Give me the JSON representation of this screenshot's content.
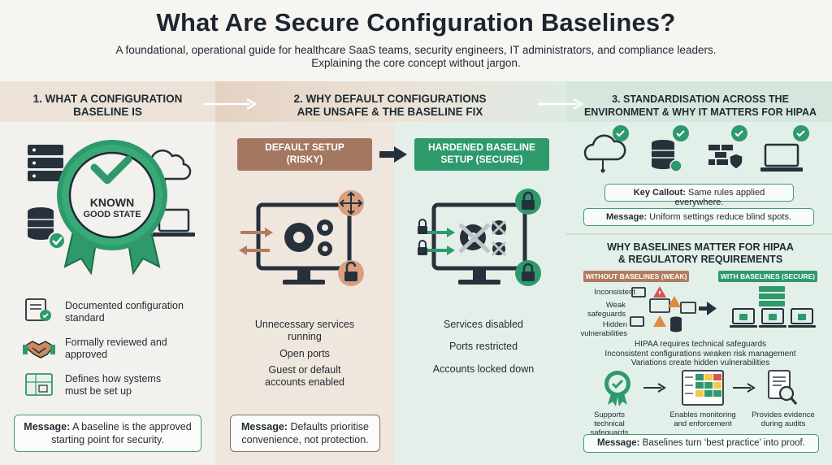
{
  "header": {
    "title": "What Are Secure Configuration Baselines?",
    "subtitle_line1": "A foundational, operational guide for healthcare SaaS teams, security engineers, IT administrators, and compliance leaders.",
    "subtitle_line2": "Explaining the core concept without jargon."
  },
  "section1": {
    "title_line1": "1. WHAT A CONFIGURATION",
    "title_line2": "BASELINE IS",
    "badge_line1": "KNOWN",
    "badge_line2": "GOOD STATE",
    "items": [
      {
        "icon": "certificate-icon",
        "line1": "Documented configuration",
        "line2": "standard"
      },
      {
        "icon": "handshake-icon",
        "line1": "Formally reviewed and",
        "line2": "approved"
      },
      {
        "icon": "blueprint-icon",
        "line1": "Defines how systems",
        "line2": "must be set up"
      }
    ],
    "message_label": "Message:",
    "message_line1": " A baseline is the approved",
    "message_line2": "starting point for security."
  },
  "section2": {
    "title_line1": "2. WHY DEFAULT CONFIGURATIONS",
    "title_line2": "ARE UNSAFE & THE BASELINE FIX",
    "default_label_line1": "DEFAULT SETUP",
    "default_label_line2": "(RISKY)",
    "hardened_label_line1": "HARDENED BASELINE",
    "hardened_label_line2": "SETUP (SECURE)",
    "default_items": [
      {
        "line1": "Unnecessary services",
        "line2": "running"
      },
      {
        "line1": "Open ports",
        "line2": ""
      },
      {
        "line1": "Guest or default",
        "line2": "accounts enabled"
      }
    ],
    "hardened_items": [
      "Services disabled",
      "Ports restricted",
      "Accounts locked down"
    ],
    "message_label": "Message:",
    "message_line1": " Defaults prioritise",
    "message_line2": "convenience, not protection."
  },
  "section3": {
    "title_line1": "3. STANDARDISATION ACROSS THE",
    "title_line2": "ENVIRONMENT & WHY IT MATTERS FOR HIPAA",
    "key_label": "Key Callout:",
    "key_text": " Same rules applied everywhere.",
    "message_label": "Message:",
    "message_text": " Uniform settings reduce blind spots.",
    "hipaa_title_line1": "WHY BASELINES MATTER FOR HIPAA",
    "hipaa_title_line2": "& REGULATORY REQUIREMENTS",
    "without_label": "WITHOUT BASELINES (WEAK)",
    "with_label": "WITH BASELINES (SECURE)",
    "weak_labels": [
      "Inconsistent",
      "Weak safeguards",
      "Hidden vulnerabilities"
    ],
    "hipaa_points": [
      "HIPAA requires technical safeguards",
      "Inconsistent configurations weaken risk management",
      "Variations create hidden vulnerabilities"
    ],
    "flow": [
      {
        "line1": "Supports technical",
        "line2": "safeguards"
      },
      {
        "line1": "Enables monitoring",
        "line2": "and enforcement"
      },
      {
        "line1": "Provides evidence",
        "line2": "during audits"
      }
    ],
    "final_label": "Message:",
    "final_text": " Baselines turn ‘best practice’ into proof."
  },
  "colors": {
    "green": "#2e9a6c",
    "brown": "#a0735a",
    "dark": "#1f2a33",
    "red": "#d9534f"
  }
}
